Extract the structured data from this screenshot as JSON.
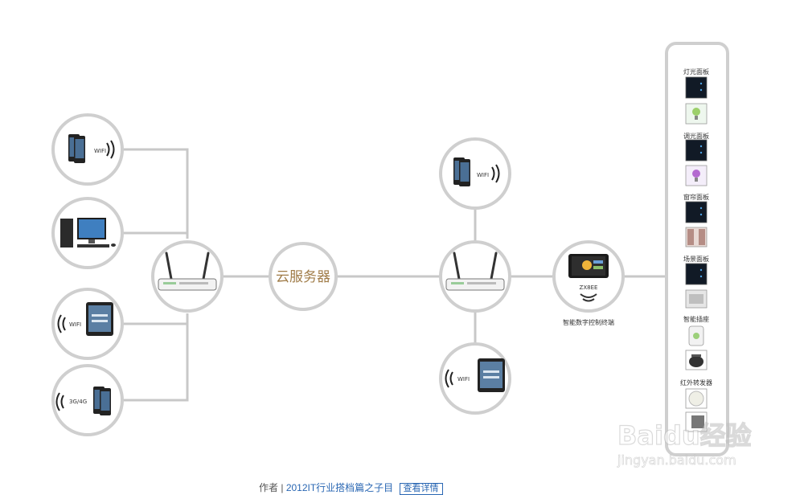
{
  "diagram": {
    "cloud_label": "云服务器",
    "wifi_text": "WIFI",
    "mobile_text": "3G/4G",
    "terminal_model": "ZX8EE",
    "terminal_caption": "智能数字控制终端",
    "panel_labels": [
      "灯光面板",
      "调光面板",
      "窗帘面板",
      "场景面板",
      "智能插座",
      "红外转发器"
    ]
  },
  "footer": {
    "author": "作者",
    "link": "2012IT行业搭档篇之子目",
    "button": "查看详情"
  },
  "watermark": {
    "brand": "Baidu经验",
    "url": "jingyan.baidu.com"
  },
  "colors": {
    "line": "#c8c8c8",
    "cloud_text": "#a07c48",
    "accent_link": "#2a67b3"
  }
}
